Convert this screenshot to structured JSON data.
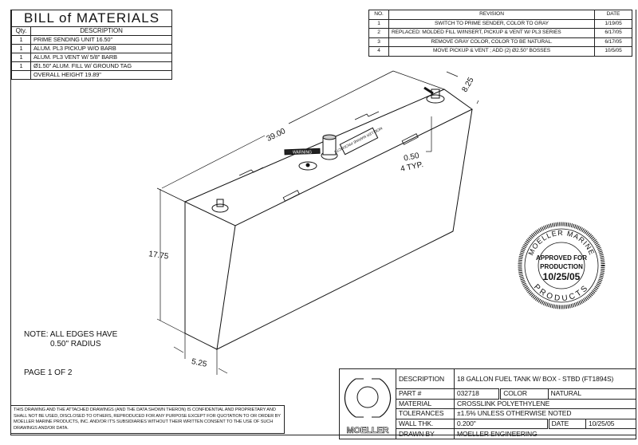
{
  "bom": {
    "title": "BILL of MATERIALS",
    "headers": {
      "qty": "Qty.",
      "description": "DESCRIPTION"
    },
    "rows": [
      {
        "qty": "1",
        "description": "PRIME SENDING UNIT 16.50\""
      },
      {
        "qty": "1",
        "description": "ALUM. PL3 PICKUP W/O BARB"
      },
      {
        "qty": "1",
        "description": "ALUM. PL3 VENT W/ 5/8\" BARB"
      },
      {
        "qty": "1",
        "description": "Ø1.50\" ALUM. FILL W/ GROUND TAG"
      },
      {
        "qty": "",
        "description": "OVERALL HEIGHT 19.89\""
      }
    ]
  },
  "revisions": {
    "headers": {
      "no": "NO.",
      "revision": "REVISION",
      "date": "DATE"
    },
    "rows": [
      {
        "no": "1",
        "revision": "SWITCH TO PRIME SENDER, COLOR TO GRAY",
        "date": "1/19/05"
      },
      {
        "no": "2",
        "revision": "REPLACED: MOLDED FILL W/INSERT, PICKUP & VENT  W/ PL3 SERIES",
        "date": "6/17/05"
      },
      {
        "no": "3",
        "revision": "REMOVE GRAY COLOR, COLOR TO BE NATURAL.",
        "date": "6/17/05"
      },
      {
        "no": "4",
        "revision": "MOVE PICKUP & VENT ; ADD (2) Ø2.50\" BOSSES",
        "date": "10/5/05"
      }
    ]
  },
  "drawing": {
    "dims": {
      "length": "39.00",
      "width": "8.25",
      "height": "17.75",
      "bottom_width": "5.25",
      "notch": "0.50",
      "notch_note": "4 TYP."
    },
    "label_warning": "WARNING",
    "label_tag": "MOELLER MARINE PRODUCTS"
  },
  "note": {
    "line1": "NOTE: ALL EDGES HAVE",
    "line2": "0.50\" RADIUS"
  },
  "page": "PAGE 1 OF 2",
  "stamp": {
    "ring_top": "MOELLER MARINE",
    "ring_bottom": "PRODUCTS",
    "line1": "APPROVED FOR",
    "line2": "PRODUCTION",
    "date": "10/25/05"
  },
  "confidential": "THIS DRAWING AND THE ATTACHED DRAWINGS (AND THE DATA SHOWN THERON) IS CONFIDENTIAL AND PROPRIETARY AND SHALL NOT BE USED, DISCLOSED TO OTHERS, REPRODUCED FOR ANY PURPOSE EXCEPT FOR QUOTATION TO OR ORDER BY MOELLER MARINE PRODUCTS, INC. AND/OR IT'S SUBSIDIARIES WITHOUT THEIR WRITTEN CONSENT TO THE USE OF SUCH DRAWINGS AND/OR DATA.",
  "title_block": {
    "logo_text": "MOELLER",
    "description_label": "DESCRIPTION",
    "description": "18 GALLON FUEL TANK W/ BOX - STBD (FT1894S)",
    "part_label": "PART #",
    "part": "032718",
    "color_label": "COLOR",
    "color": "NATURAL",
    "material_label": "MATERIAL",
    "material": "CROSSLINK POLYETHYLENE",
    "tolerances_label": "TOLERANCES",
    "tolerances": "±1.5% UNLESS OTHERWISE NOTED",
    "wall_label": "WALL THK.",
    "wall": "0.200\"",
    "date_label": "DATE",
    "date": "10/25/05",
    "drawn_label": "DRAWN BY",
    "drawn": "MOELLER ENGINEERING"
  }
}
